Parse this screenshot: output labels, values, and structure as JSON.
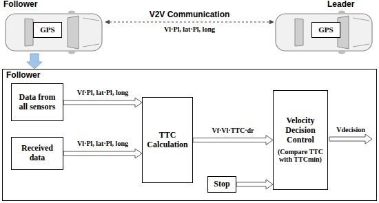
{
  "diagram": {
    "nodes": [
      {
        "text": [
          "Follower"
        ]
      },
      {
        "text": [
          "GPS"
        ],
        "in": 0
      },
      {
        "text": [
          "Leader"
        ]
      },
      {
        "text": [
          "GPS"
        ],
        "in": 2
      },
      {
        "text": [
          "Follower"
        ]
      },
      {
        "text": [
          "Data from all sensors"
        ],
        "in": 4
      },
      {
        "text": [
          "Received data"
        ],
        "in": 4
      },
      {
        "text": [
          "TTC Calculation"
        ],
        "in": 4
      },
      {
        "text": [
          "Velocity Decision Control",
          "(Compare TTC with TTCmin)"
        ],
        "in": 4
      },
      {
        "text": [
          "Stop"
        ],
        "in": 4
      }
    ],
    "edges": [
      {
        "from": 0,
        "to": 2,
        "label": "V2V Communication",
        "arrow": "both"
      },
      {
        "from": 0,
        "to": 4,
        "arrow": "to"
      },
      {
        "from": 5,
        "to": 7,
        "label": "Vf·Pl, lat·Pl, long",
        "arrow": "to"
      },
      {
        "from": 6,
        "to": 7,
        "label": "Vl·Pl, lat·Pl, long",
        "arrow": "to"
      },
      {
        "from": 7,
        "to": 8,
        "label": "Vf·Vl·TTC·dr",
        "arrow": "to"
      },
      {
        "from": 9,
        "to": 8,
        "arrow": "to"
      }
    ],
    "labels": [
      "Vl·Pl, lat·Pl, long",
      "Vdecision"
    ]
  }
}
